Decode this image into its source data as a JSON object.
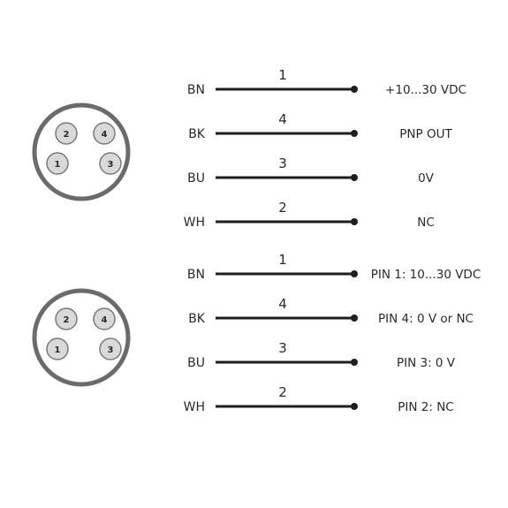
{
  "connectors": [
    {
      "pins": [
        {
          "number": "2"
        },
        {
          "number": "4"
        },
        {
          "number": "1"
        },
        {
          "number": "3"
        }
      ],
      "rows": [
        {
          "color": "BN",
          "pin": "1",
          "signal": "+10...30 VDC"
        },
        {
          "color": "BK",
          "pin": "4",
          "signal": "PNP OUT"
        },
        {
          "color": "BU",
          "pin": "3",
          "signal": "0V"
        },
        {
          "color": "WH",
          "pin": "2",
          "signal": "NC"
        }
      ]
    },
    {
      "pins": [
        {
          "number": "2"
        },
        {
          "number": "4"
        },
        {
          "number": "1"
        },
        {
          "number": "3"
        }
      ],
      "rows": [
        {
          "color": "BN",
          "pin": "1",
          "signal": "PIN 1: 10...30 VDC"
        },
        {
          "color": "BK",
          "pin": "4",
          "signal": "PIN 4: 0 V or NC"
        },
        {
          "color": "BU",
          "pin": "3",
          "signal": "PIN 3: 0 V"
        },
        {
          "color": "WH",
          "pin": "2",
          "signal": "PIN 2: NC"
        }
      ]
    }
  ],
  "colors": {
    "ring": "#6b6b6b",
    "pin_fill": "#d9d9d9",
    "pin_stroke": "#7a7a7a",
    "wire": "#1e1e1e",
    "text": "#2a2a2a"
  }
}
